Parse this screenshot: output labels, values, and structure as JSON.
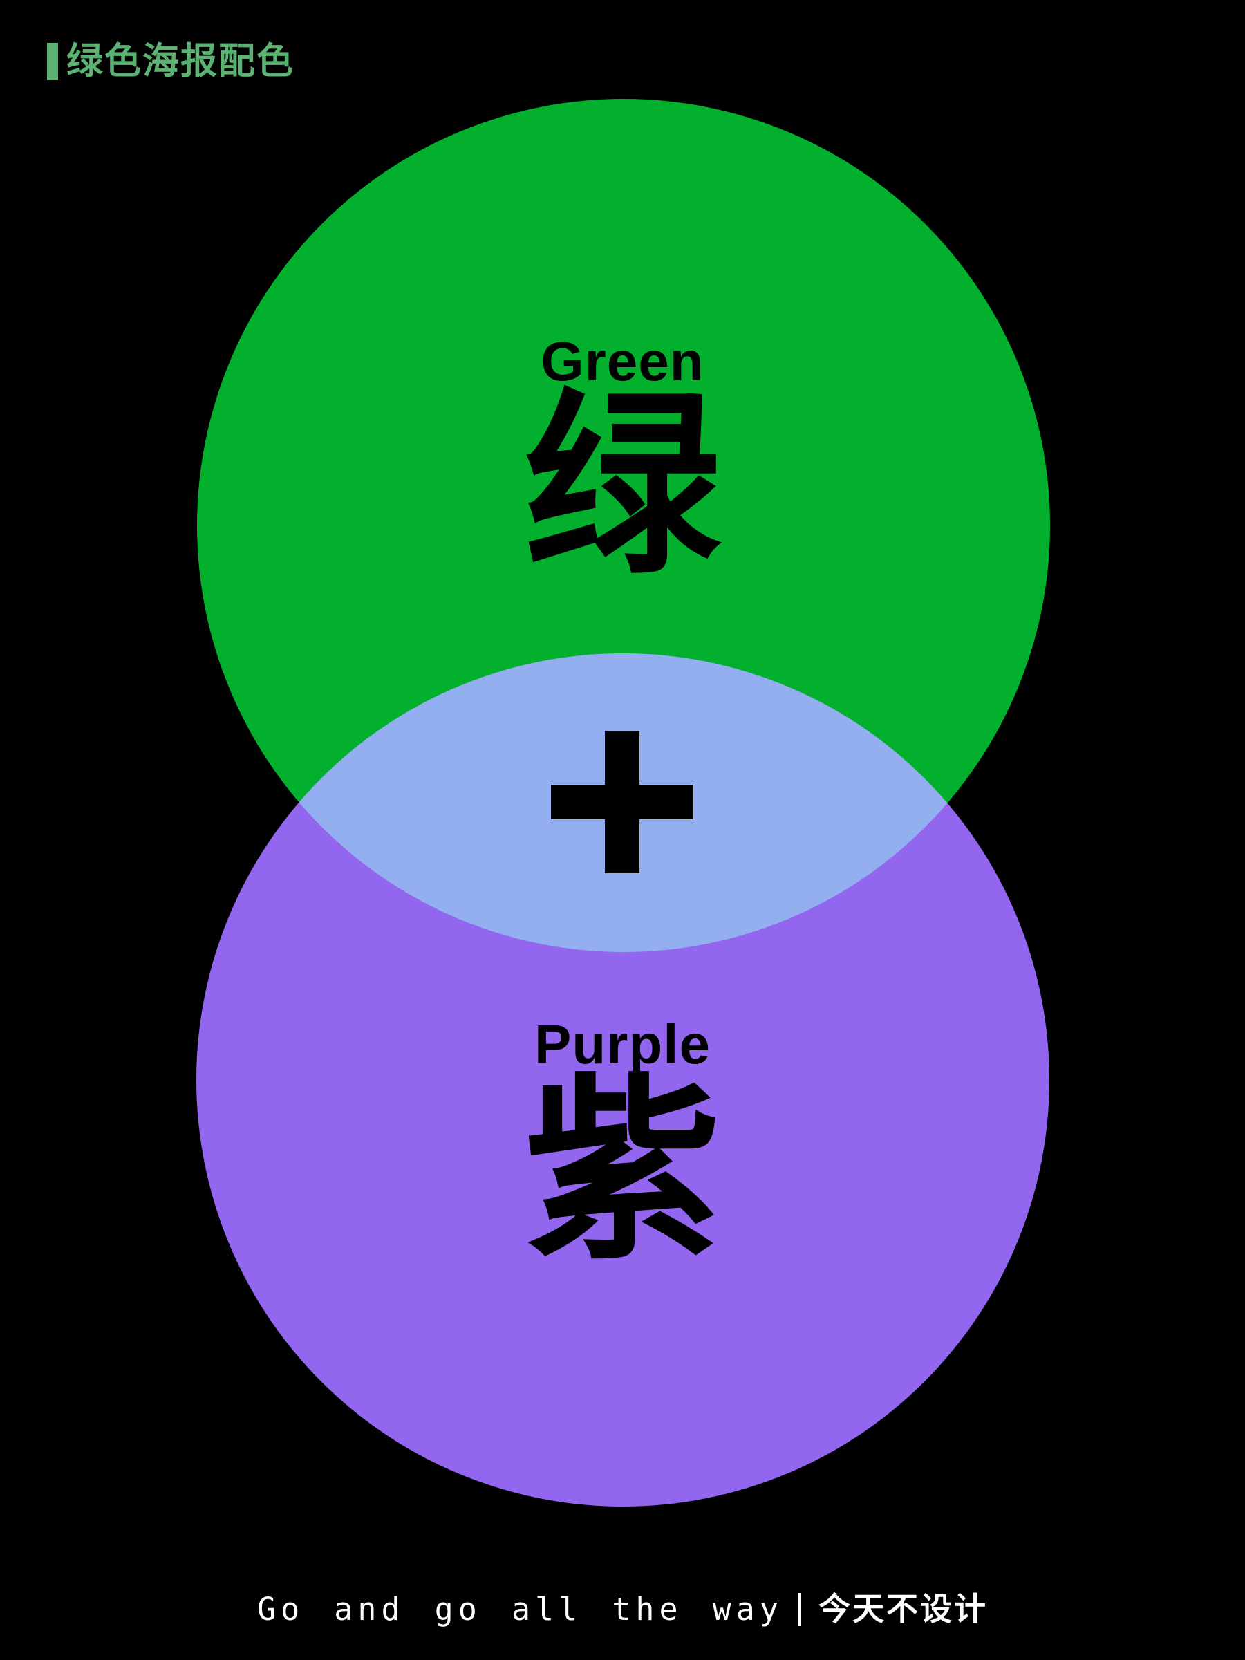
{
  "header": {
    "title": "绿色海报配色"
  },
  "venn": {
    "green": {
      "label_en": "Green",
      "label_zh": "绿"
    },
    "purple": {
      "label_en": "Purple",
      "label_zh": "紫"
    },
    "overlap": {
      "plus_symbol": "+"
    }
  },
  "footer": {
    "slogan": "Go and go all the way",
    "divider": "|",
    "brand": "今天不设计"
  },
  "colors": {
    "background": "#000000",
    "green_circle": "#02B02D",
    "purple_circle": "#9366F0",
    "overlap": "#93AFF0",
    "header_accent": "#5BB272",
    "label_text": "#000000",
    "footer_text": "#FFFFFF"
  }
}
